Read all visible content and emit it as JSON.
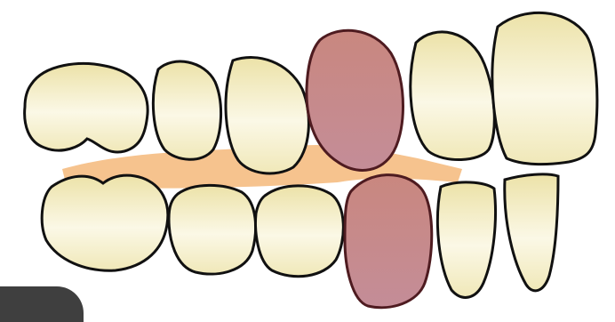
{
  "illustration": {
    "subject": "dental-occlusion",
    "colors": {
      "background": "#ffffff",
      "outline": "#111111",
      "tooth_fill_light": "#fbf8e6",
      "tooth_fill_dark": "#ece2a8",
      "gum": "#f6c38e",
      "highlight_tooth_top": "#c9877f",
      "highlight_tooth_bottom": "#c4878d",
      "highlight_outline": "#6b2a32",
      "corner_badge": "#3f3f3f"
    },
    "upper_row": {
      "tooth_count": 6,
      "highlighted_index": 3
    },
    "lower_row": {
      "tooth_count": 6,
      "highlighted_index": 3
    }
  }
}
